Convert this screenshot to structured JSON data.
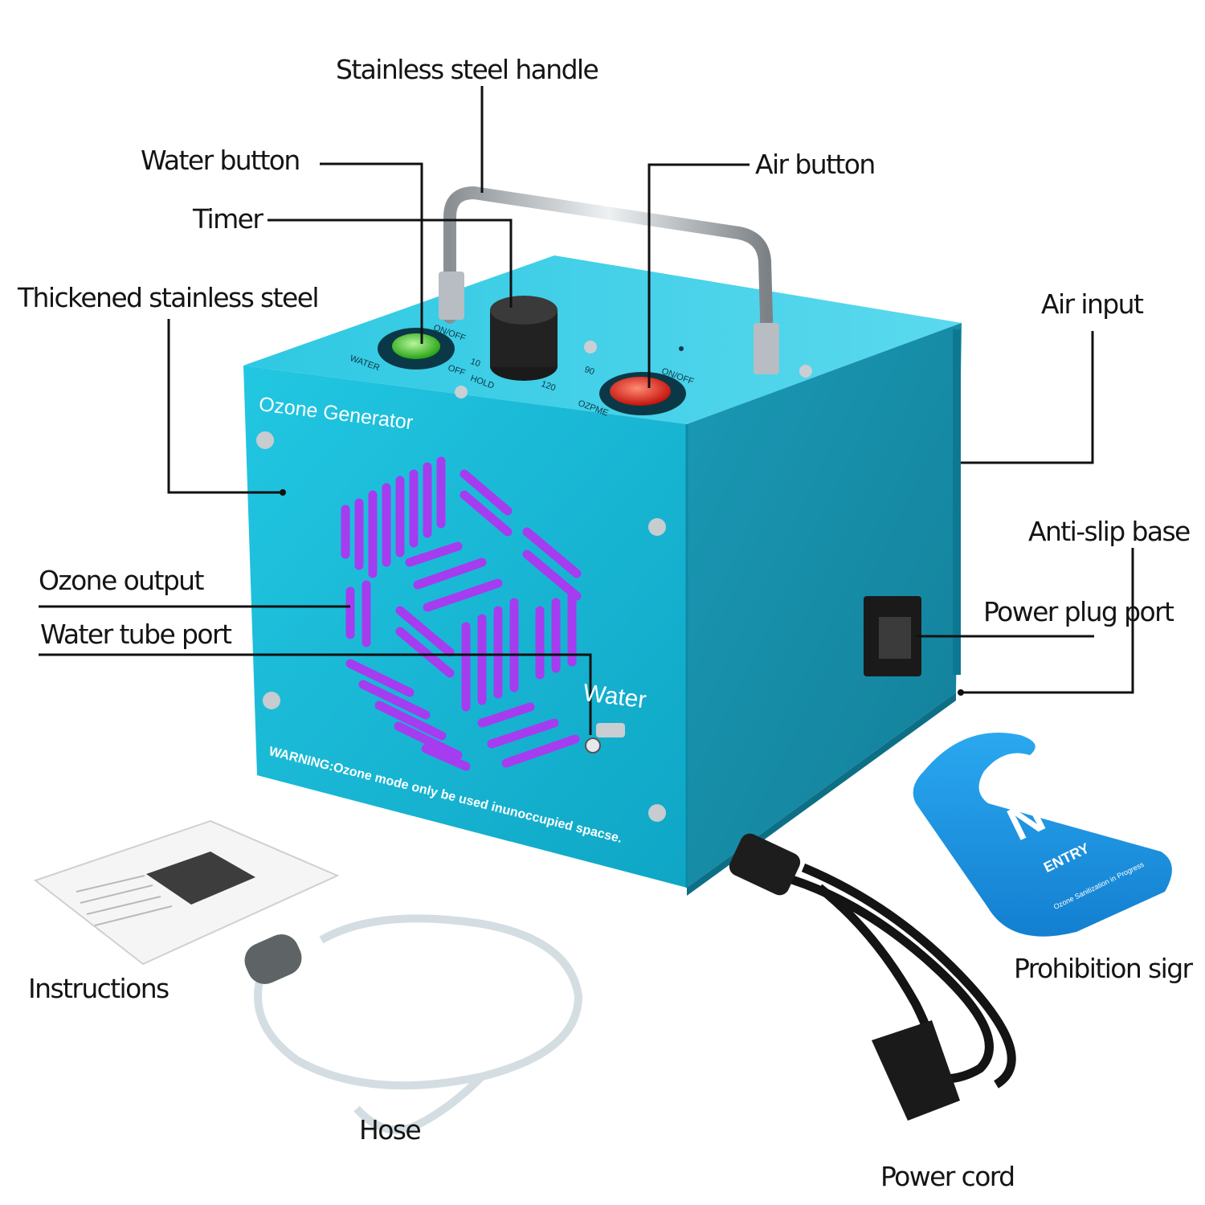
{
  "callouts": {
    "stainless_steel_handle": "Stainless steel handle",
    "water_button": "Water button",
    "air_button": "Air button",
    "timer": "Timer",
    "thickened_stainless_steel": "Thickened stainless steel",
    "air_input": "Air input",
    "anti_slip_base": "Anti-slip base",
    "ozone_output": "Ozone output",
    "power_plug_port": "Power plug port",
    "water_tube_port": "Water tube port",
    "instructions": "Instructions",
    "hose": "Hose",
    "power_cord": "Power cord",
    "prohibition_sign": "Prohibition sigr"
  },
  "device": {
    "brand_text": "Ozone Generator",
    "water_port_label": "Water",
    "warning_text": "WARNING:Ozone mode only be used inunoccupied spacse.",
    "panel": {
      "water_label": "WATER",
      "on_off_left": "ON/OFF",
      "on_off_right": "ON/OFF",
      "ozone_label": "OZPME",
      "timer_10": "10",
      "timer_off": "OFF",
      "timer_hold": "HOLD",
      "timer_90": "90",
      "timer_120": "120"
    }
  },
  "sign": {
    "line1": "NO",
    "line2": "ENTRY",
    "subtext": "Ozone Sanitization in Progress"
  },
  "colors": {
    "body_front": "#14b9d6",
    "body_side": "#1690ab",
    "body_top": "#3cd0e8",
    "grille": "#a53cf0",
    "water_button": "#3fc42a",
    "air_button": "#e0241b",
    "sign": "#1e9be6",
    "leader_line": "#111111"
  }
}
